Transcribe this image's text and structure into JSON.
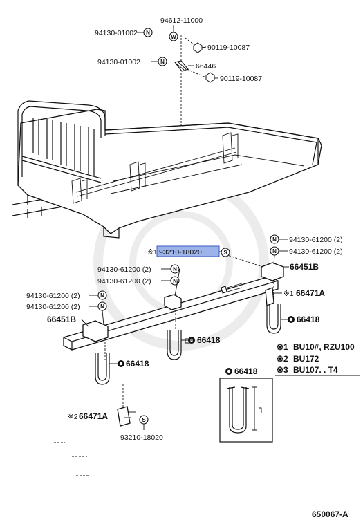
{
  "diagram": {
    "labels": {
      "p94612": "94612-11000",
      "p94130_top": "94130-01002",
      "p90119_top": "90119-10087",
      "p94130_mid": "94130-01002",
      "p66446": "66446",
      "p90119_mid": "90119-10087",
      "p94130_r1": "94130-61200 (2)",
      "p94130_r2": "94130-61200 (2)",
      "p93210_hl": "93210-18020",
      "hl_prefix": "※1",
      "p66451B_r": "66451B",
      "p94130_c1": "94130-61200 (2)",
      "p94130_c2": "94130-61200 (2)",
      "p66471A_r": "66471A",
      "p66471A_r_prefix": "※1",
      "p94130_l1": "94130-61200 (2)",
      "p94130_l2": "94130-61200 (2)",
      "p66418_r": "66418",
      "p66451B_l": "66451B",
      "p66418_c": "66418",
      "p66418_l": "66418",
      "p66418_box": "66418",
      "p66471A_l": "66471A",
      "p66471A_l_prefix": "※2",
      "p93210_bot": "93210-18020",
      "diagram_id": "650067-A"
    },
    "legend": [
      {
        "mark": "※1",
        "text": "BU10#, RZU100"
      },
      {
        "mark": "※2",
        "text": "BU172"
      },
      {
        "mark": "※3",
        "text": "BU107. . T4"
      }
    ],
    "symbols": {
      "nut": "N",
      "washer": "W",
      "spring": "S"
    },
    "colors": {
      "highlight": "#9db4ea",
      "highlight_border": "#3d5ac0"
    }
  }
}
